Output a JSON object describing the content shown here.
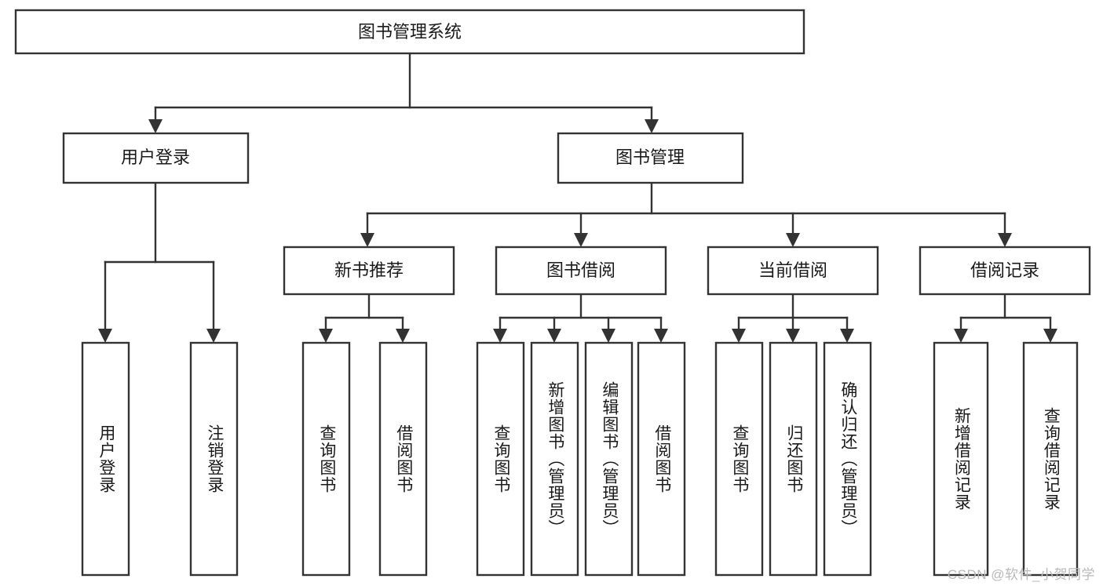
{
  "diagram": {
    "title": "图书管理系统",
    "type": "tree-hierarchy-function-structure",
    "root": {
      "label": "图书管理系统"
    },
    "level2": [
      {
        "label": "用户登录"
      },
      {
        "label": "图书管理"
      }
    ],
    "level3": [
      {
        "label": "新书推荐"
      },
      {
        "label": "图书借阅"
      },
      {
        "label": "当前借阅"
      },
      {
        "label": "借阅记录"
      }
    ],
    "leaves": {
      "user_login": [
        {
          "label": "用户登录"
        },
        {
          "label": "注销登录"
        }
      ],
      "new_book_recommend": [
        {
          "label": "查询图书"
        },
        {
          "label": "借阅图书"
        }
      ],
      "book_borrow": [
        {
          "label": "查询图书"
        },
        {
          "label": "新增图书（管理员）"
        },
        {
          "label": "编辑图书（管理员）"
        },
        {
          "label": "借阅图书"
        }
      ],
      "current_borrow": [
        {
          "label": "查询图书"
        },
        {
          "label": "归还图书"
        },
        {
          "label": "确认归还（管理员）"
        }
      ],
      "borrow_record": [
        {
          "label": "新增借阅记录"
        },
        {
          "label": "查询借阅记录"
        }
      ]
    }
  },
  "watermark": {
    "text": "CSDN @软件_小贺同学"
  },
  "colors": {
    "stroke": "#333333",
    "box_fill": "#ffffff",
    "text": "#1a1a1a",
    "watermark": "#b9b9b9",
    "background": "#ffffff"
  }
}
